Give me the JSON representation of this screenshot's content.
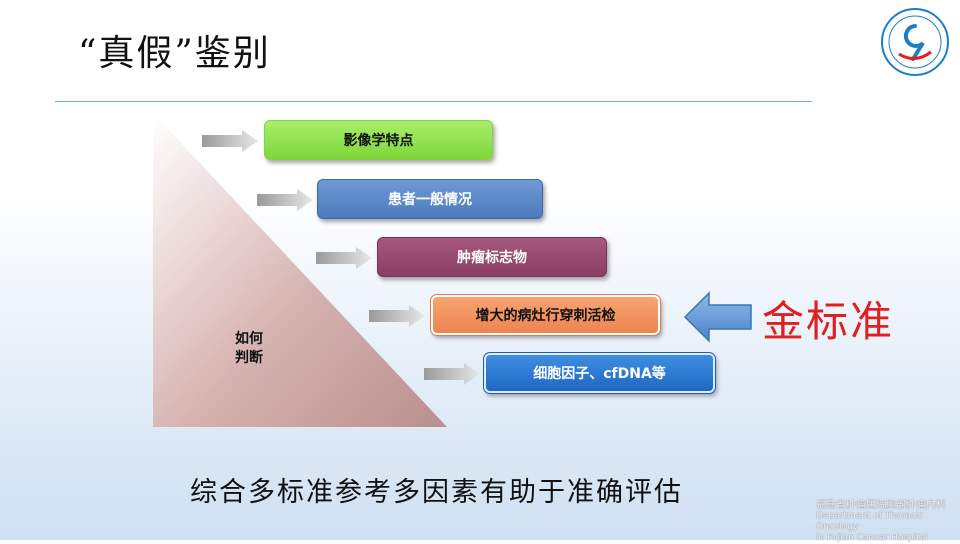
{
  "title": "“真假”鉴别",
  "triangle_label": "如何判断",
  "boxes": [
    {
      "label": "影像学特点"
    },
    {
      "label": "患者一般情况"
    },
    {
      "label": "肿瘤标志物"
    },
    {
      "label": "增大的病灶行穿刺活检"
    },
    {
      "label": "细胞因子、cfDNA等"
    }
  ],
  "callout": "金标准",
  "summary": "综合多标准参考多因素有助于准确评估",
  "watermark": {
    "line1": "福建省肿瘤医院胸部肿瘤内科",
    "line2": "Department of Thoracic Oncology",
    "line3": "in Fujian Cancer Hospital"
  },
  "logo": {
    "name": "hospital-logo-icon",
    "color": "#1a7fc7"
  },
  "colors": {
    "box1": "#8cdf48",
    "box2": "#5a87c8",
    "box3": "#944770",
    "box4": "#f29461",
    "box5": "#2b78d2",
    "callout": "#e02020"
  }
}
